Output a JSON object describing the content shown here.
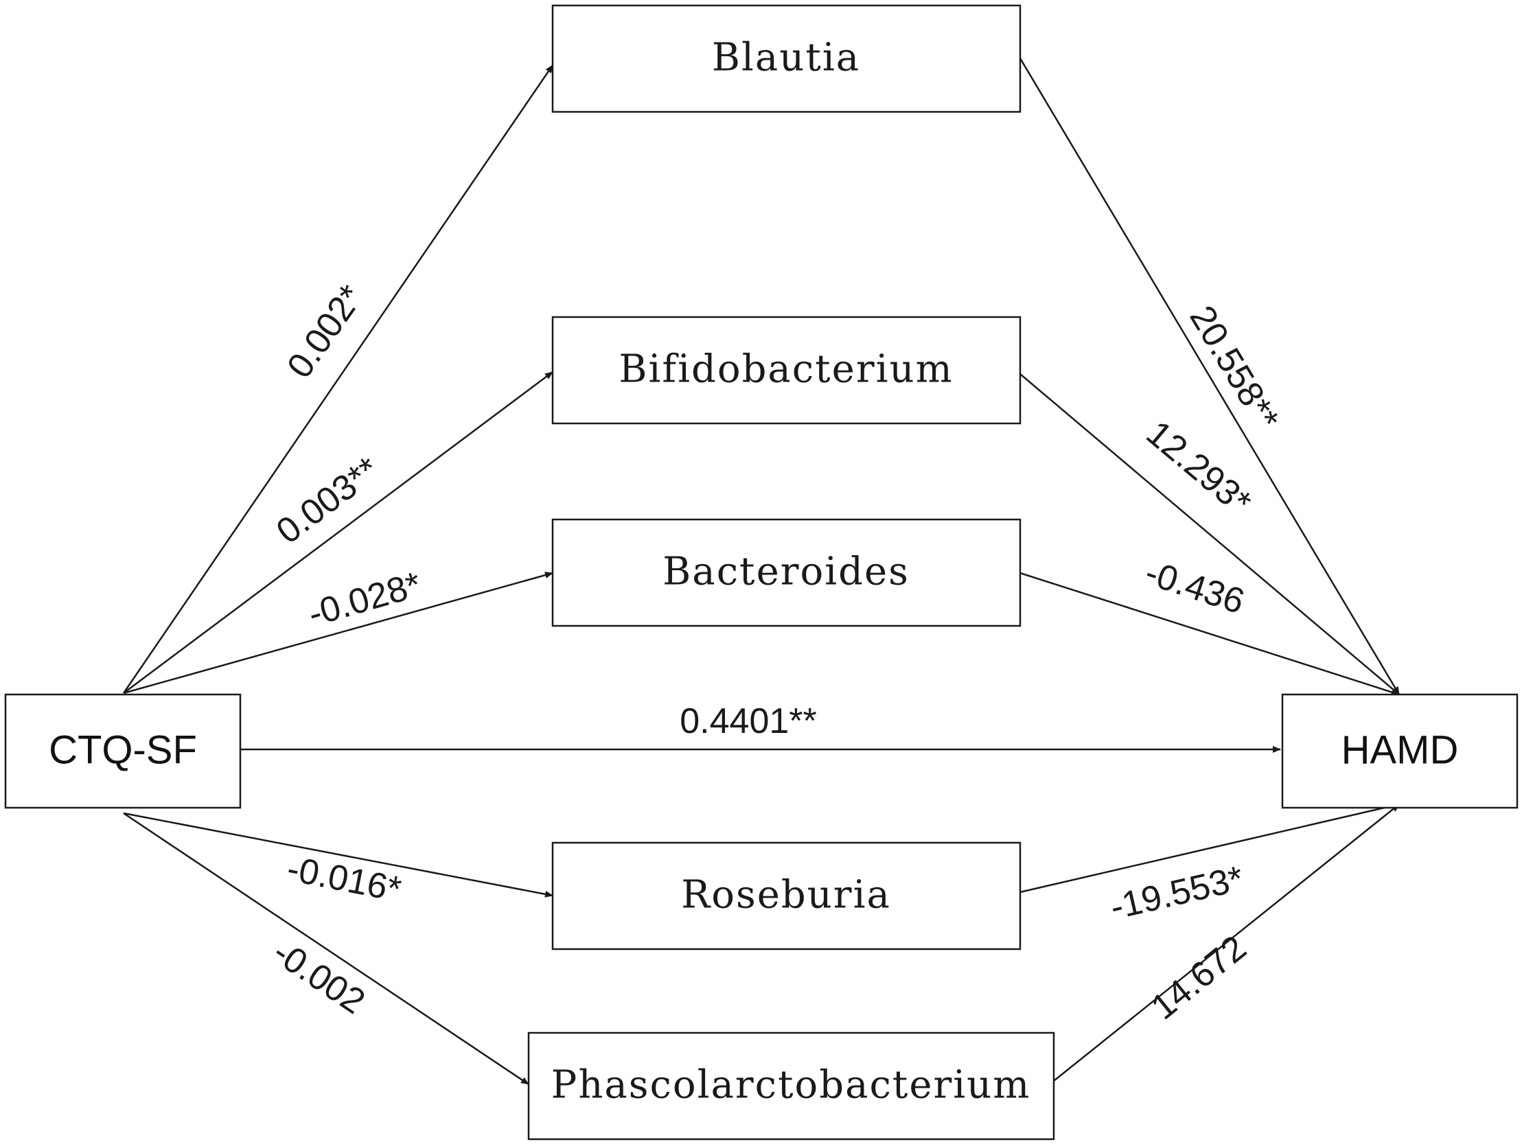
{
  "nodes": {
    "ctq": "CTQ-SF",
    "hamd": "HAMD",
    "blautia": "Blautia",
    "bifido": "Bifidobacterium",
    "bacteroides": "Bacteroides",
    "roseburia": "Roseburia",
    "phasco": "Phascolarctobacterium"
  },
  "paths": {
    "ctq_blautia": "0.002*",
    "ctq_bifido": "0.003**",
    "ctq_bacteroides": "-0.028*",
    "ctq_roseburia": "-0.016*",
    "ctq_phasco": "-0.002",
    "blautia_hamd": "20.558**",
    "bifido_hamd": "12.293*",
    "bacteroides_hamd": "-0.436",
    "roseburia_hamd": "-19.553*",
    "phasco_hamd": "14.672",
    "direct": "0.4401**"
  }
}
